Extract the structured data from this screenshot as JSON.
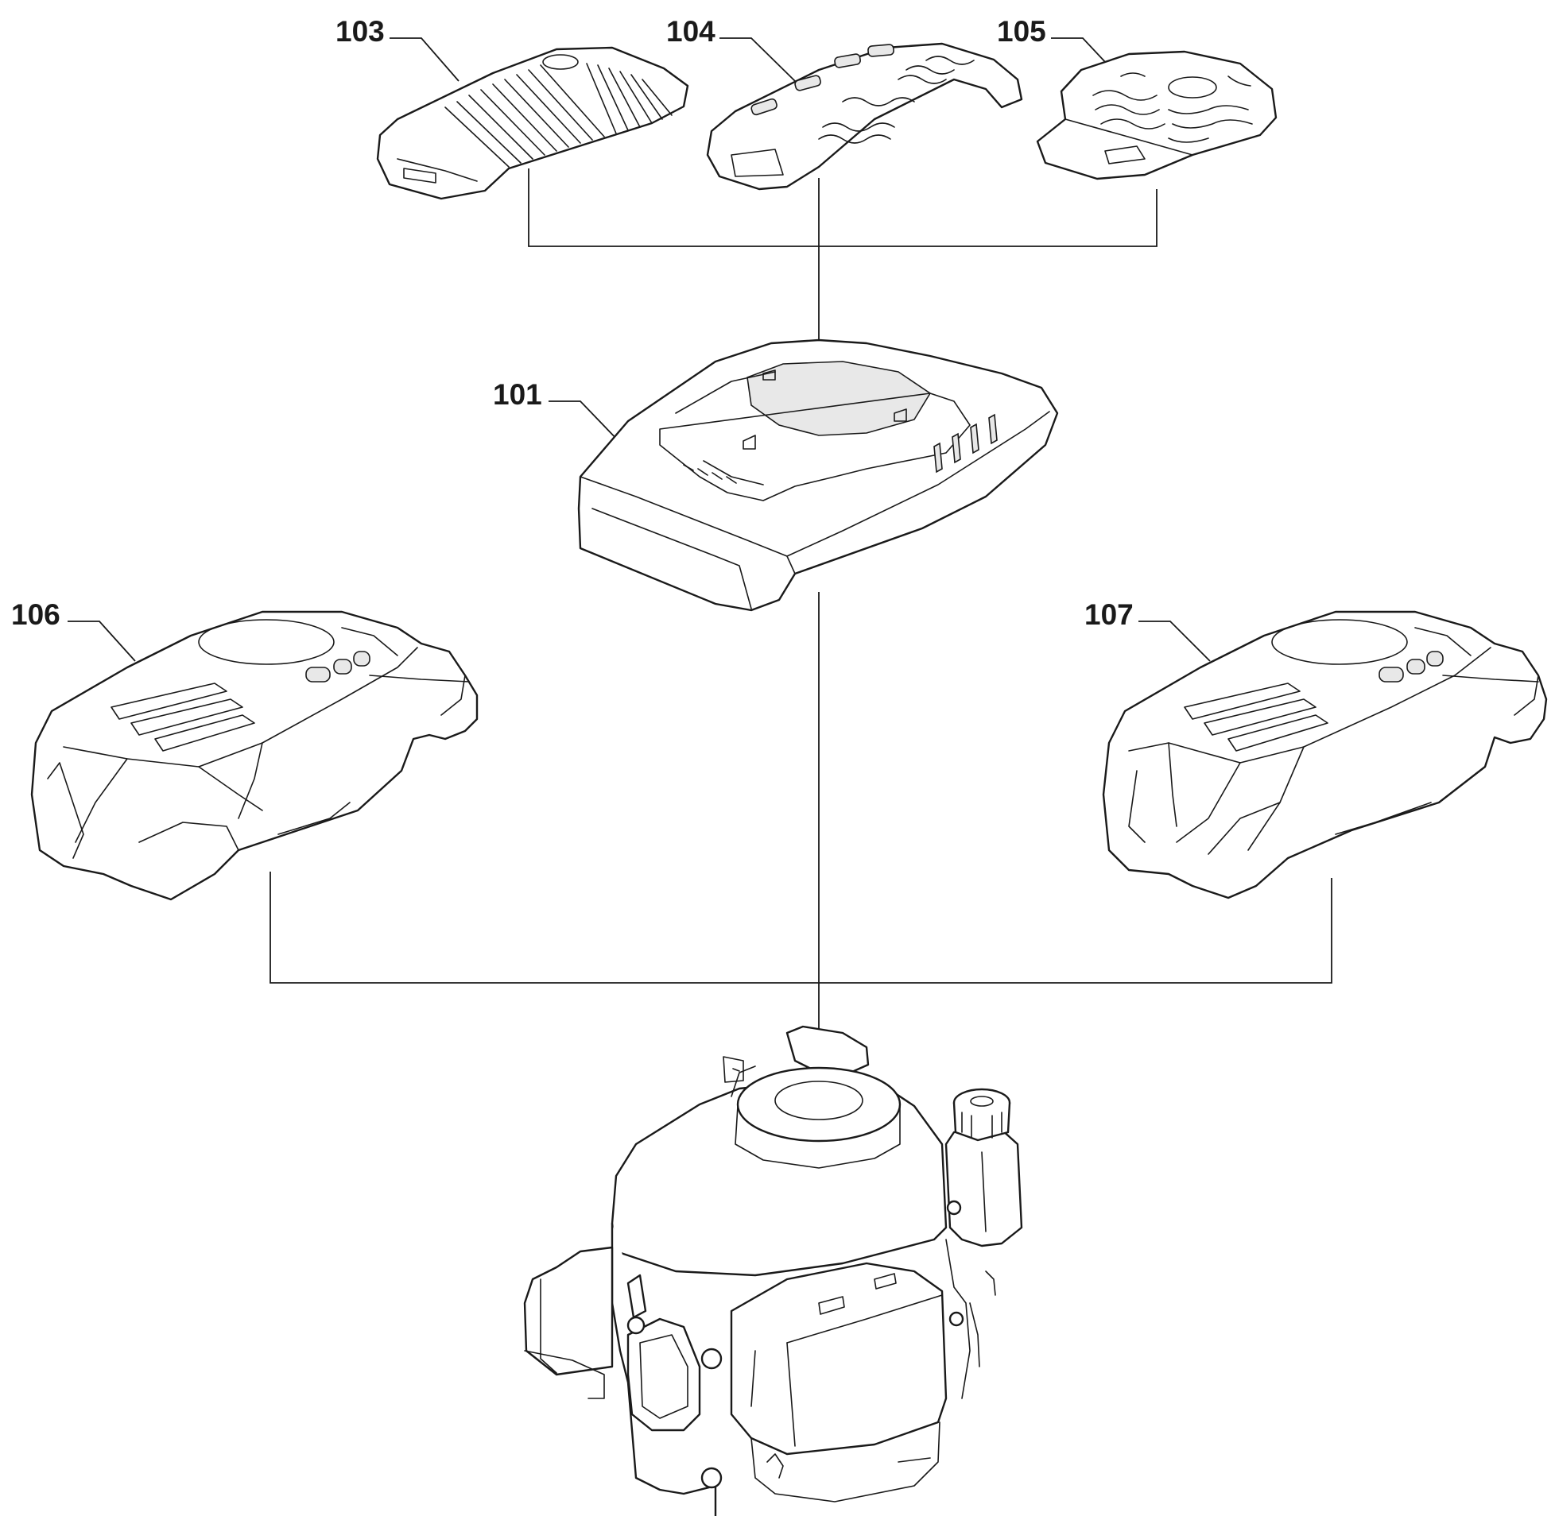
{
  "callouts": {
    "p101": "101",
    "p103": "103",
    "p104": "104",
    "p105": "105",
    "p106": "106",
    "p107": "107"
  },
  "colors": {
    "ink": "#1a1a1a",
    "paper": "#ffffff"
  }
}
